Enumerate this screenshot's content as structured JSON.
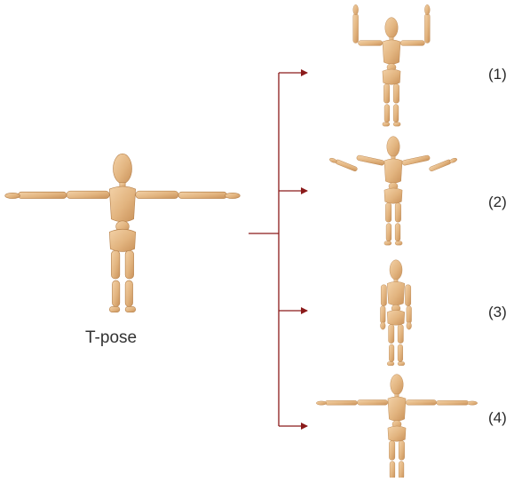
{
  "main_label": "T-pose",
  "pose_labels": [
    "(1)",
    "(2)",
    "(3)",
    "(4)"
  ],
  "colors": {
    "arrow": "#8b1a1a",
    "wood_light": "#f0c899",
    "wood_mid": "#dfac72",
    "wood_dark": "#c48b52"
  },
  "figure_icon": "wooden-mannequin"
}
